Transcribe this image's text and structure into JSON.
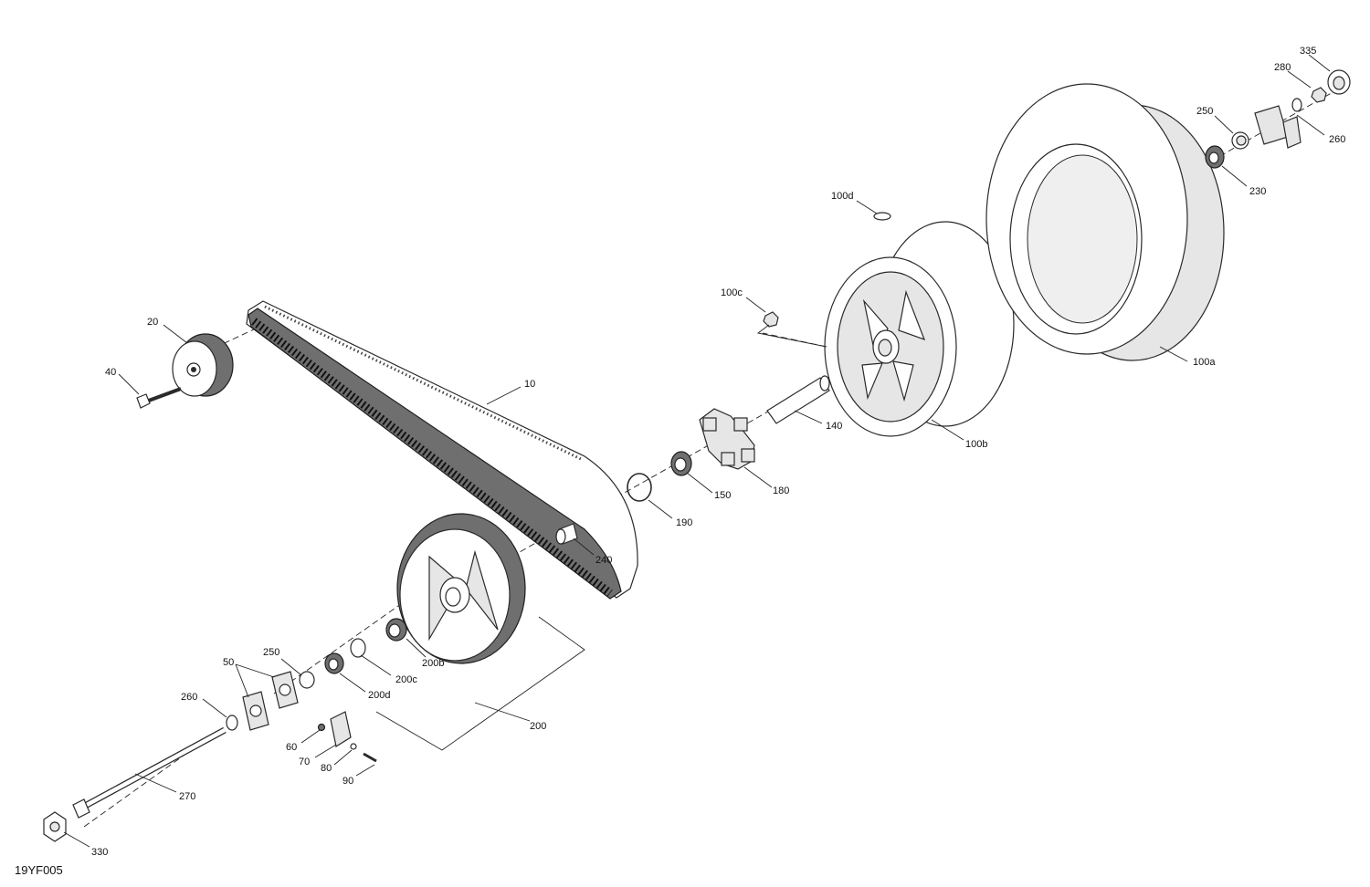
{
  "drawing_code": "19YF005",
  "callouts": {
    "c335": "335",
    "c280": "280",
    "c250_top": "250",
    "c260_top": "260",
    "c230": "230",
    "c100d": "100d",
    "c100c": "100c",
    "c100a": "100a",
    "c100b": "100b",
    "c140": "140",
    "c180": "180",
    "c150": "150",
    "c190": "190",
    "c240": "240",
    "c20": "20",
    "c40": "40",
    "c10": "10",
    "c200b": "200b",
    "c200c": "200c",
    "c200d": "200d",
    "c200": "200",
    "c250_bottom": "250",
    "c50": "50",
    "c260_bottom": "260",
    "c60": "60",
    "c70": "70",
    "c80": "80",
    "c90": "90",
    "c270": "270",
    "c330": "330"
  },
  "colors": {
    "line": "#2a2a2a",
    "tire_shade": "#e6e6e6",
    "teeth": "#6f6f6f"
  }
}
